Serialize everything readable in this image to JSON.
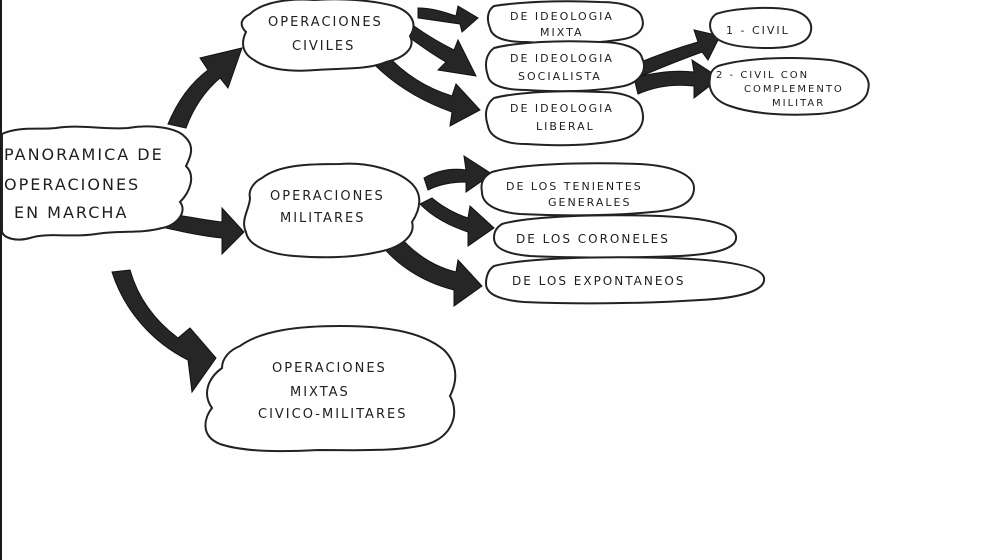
{
  "diagram": {
    "root": {
      "lines": [
        "PANORAMICA DE",
        "OPERACIONES",
        "EN MARCHA"
      ]
    },
    "branches": {
      "civiles": {
        "lines": [
          "OPERACIONES",
          "CIVILES"
        ],
        "children": {
          "mixta": {
            "lines": [
              "DE IDEOLOGIA",
              "MIXTA"
            ]
          },
          "socialista": {
            "lines": [
              "DE IDEOLOGIA",
              "SOCIALISTA"
            ],
            "children": {
              "civil": {
                "lines": [
                  "1 - CIVIL"
                ]
              },
              "civil_militar": {
                "lines": [
                  "2 - CIVIL CON",
                  "COMPLEMENTO",
                  "MILITAR"
                ]
              }
            }
          },
          "liberal": {
            "lines": [
              "DE IDEOLOGIA",
              "LIBERAL"
            ]
          }
        }
      },
      "militares": {
        "lines": [
          "OPERACIONES",
          "MILITARES"
        ],
        "children": {
          "tenientes": {
            "lines": [
              "DE LOS TENIENTES",
              "GENERALES"
            ]
          },
          "coroneles": {
            "lines": [
              "DE LOS CORONELES"
            ]
          },
          "espontaneos": {
            "lines": [
              "DE LOS EXPONTANEOS"
            ]
          }
        }
      },
      "mixtas": {
        "lines": [
          "OPERACIONES",
          "MIXTAS",
          "CIVICO-MILITARES"
        ]
      }
    }
  }
}
